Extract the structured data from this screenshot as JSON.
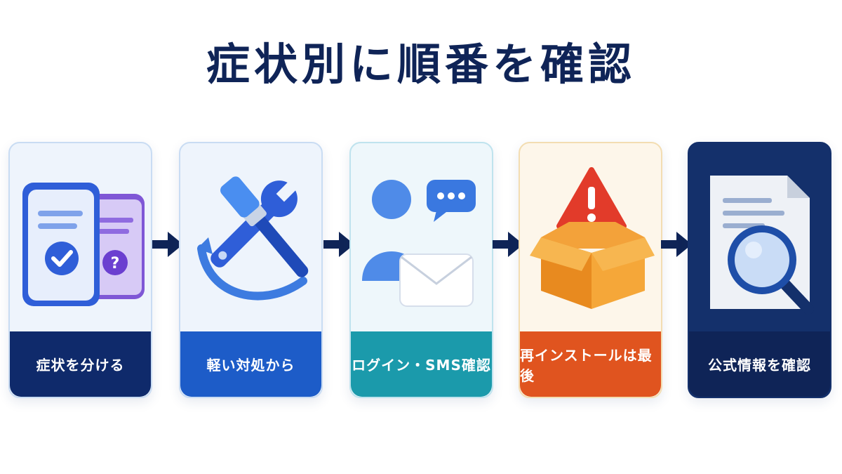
{
  "title": "症状別に順番を確認",
  "steps": [
    {
      "label": "症状を分ける",
      "icon": "documents-check-question-icon",
      "bg": "#eef4fc",
      "border": "#c9dcf3",
      "label_bg": "#0f2a6b"
    },
    {
      "label": "軽い対処から",
      "icon": "wrench-brush-icon",
      "bg": "#eef4fc",
      "border": "#c9dcf3",
      "label_bg": "#1d5cc8"
    },
    {
      "label": "ログイン・SMS確認",
      "icon": "user-chat-mail-icon",
      "bg": "#eef7fb",
      "border": "#bfe3ee",
      "label_bg": "#1b9aab"
    },
    {
      "label": "再インストールは最後",
      "icon": "box-warning-icon",
      "bg": "#fdf6ea",
      "border": "#f3ddb2",
      "label_bg": "#e0541f"
    },
    {
      "label": "公式情報を確認",
      "icon": "document-magnifier-icon",
      "bg": "#14306b",
      "border": "#14306b",
      "label_bg": "#0f2457"
    }
  ],
  "colors": {
    "title": "#0f2457",
    "arrow": "#0f2457"
  }
}
